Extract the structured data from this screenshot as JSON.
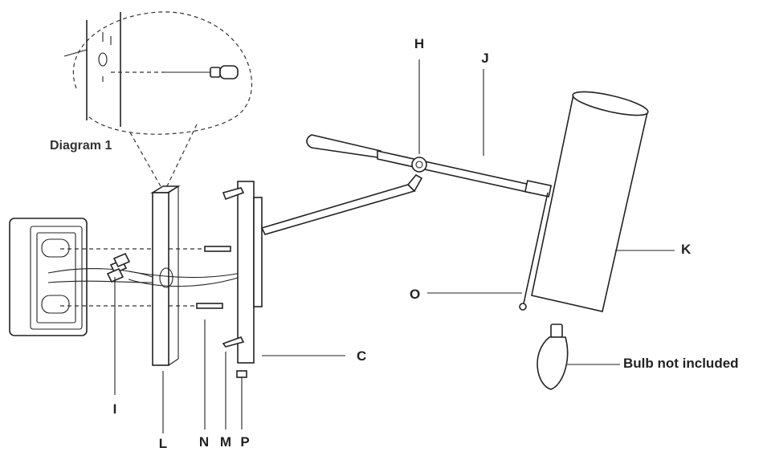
{
  "diagram": {
    "detail_caption": "Diagram 1",
    "labels": {
      "H": "H",
      "J": "J",
      "K": "K",
      "O": "O",
      "C": "C",
      "I": "I",
      "L": "L",
      "N": "N",
      "M": "M",
      "P": "P",
      "bulb": "Bulb not included"
    }
  }
}
